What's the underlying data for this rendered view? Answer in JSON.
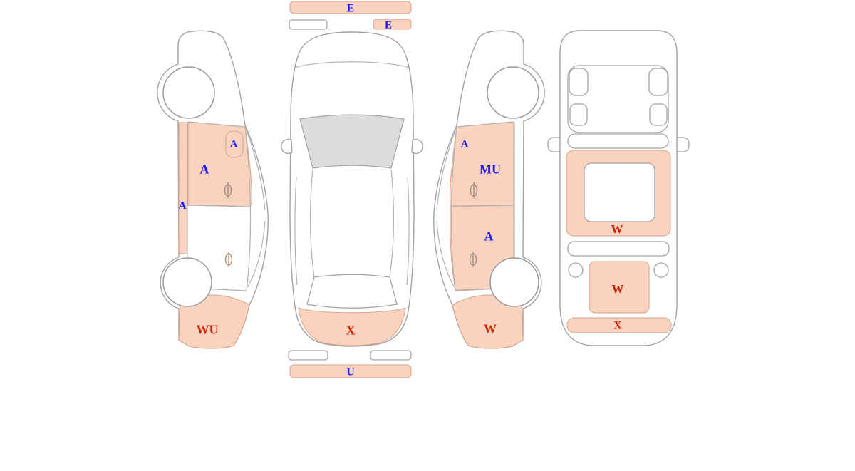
{
  "diagram": {
    "kind": "vehicle-inspection-damage-map",
    "colors": {
      "highlight": "#f9d3bf",
      "zone_border": "#d9a287",
      "outline": "#a3a3a3",
      "glass": "#dcdcdc",
      "label_blue": "#1a1aee",
      "label_red": "#cc2200"
    },
    "views": {
      "left_side": {
        "name": "left side view",
        "zones": {
          "mirror": {
            "code": "A"
          },
          "front_door": {
            "code": "A"
          },
          "rocker": {
            "code": "A"
          },
          "rear_bumper": {
            "code": "WU"
          }
        }
      },
      "top": {
        "name": "top view",
        "zones": {
          "front_top_bar": {
            "code": "E"
          },
          "front_right_strip": {
            "code": "E"
          },
          "rear_deck": {
            "code": "X"
          },
          "rear_bottom_bar": {
            "code": "U"
          }
        }
      },
      "right_side": {
        "name": "right side view",
        "zones": {
          "mirror": {
            "code": "A"
          },
          "front_door": {
            "code": "MU"
          },
          "rear_door": {
            "code": "A"
          },
          "rear_bumper": {
            "code": "W"
          }
        }
      },
      "rear": {
        "name": "rear view",
        "zones": {
          "tailgate": {
            "code": "W"
          },
          "license_panel": {
            "code": "W"
          },
          "bumper": {
            "code": "X"
          }
        }
      }
    }
  }
}
